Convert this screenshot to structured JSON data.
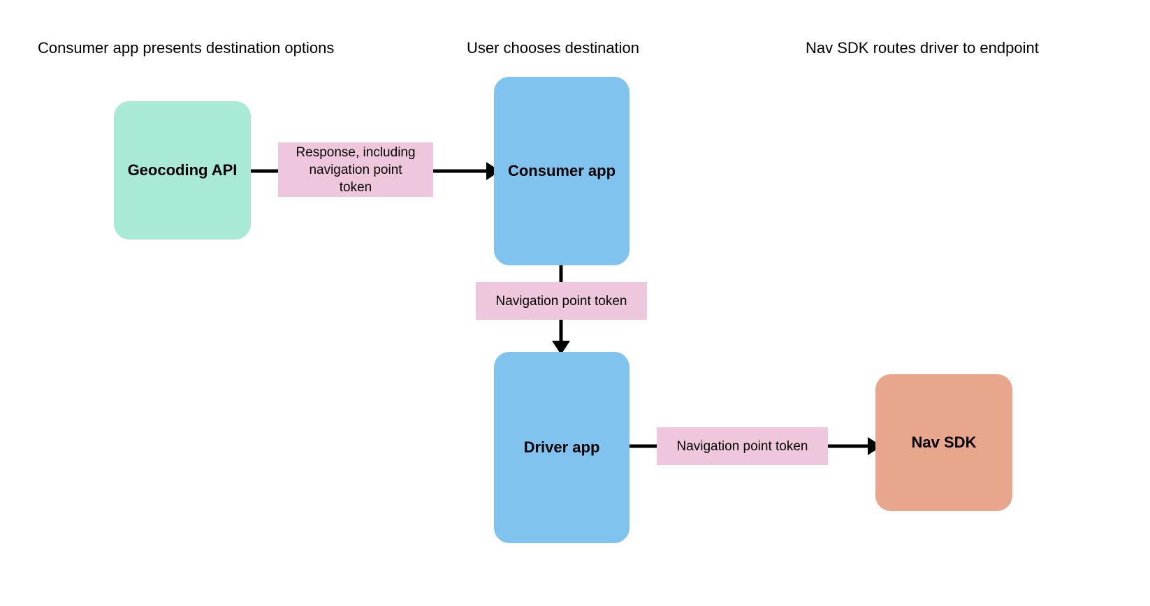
{
  "diagram": {
    "title_headers": [
      {
        "id": "consumer-stage",
        "label": "Consumer app presents destination options"
      },
      {
        "id": "user-stage",
        "label": "User chooses destination"
      },
      {
        "id": "navsdk-stage",
        "label": "Nav SDK routes driver to endpoint"
      }
    ],
    "nodes": [
      {
        "id": "geocoding-api",
        "label": "Geocoding API",
        "color": "#a9ead7",
        "shape": "rounded-rect"
      },
      {
        "id": "consumer-app",
        "label": "Consumer app",
        "color": "#81c3ef",
        "shape": "rounded-rect"
      },
      {
        "id": "driver-app",
        "label": "Driver app",
        "color": "#81c3ef",
        "shape": "rounded-rect"
      },
      {
        "id": "nav-sdk",
        "label": "Nav SDK",
        "color": "#e8a78c",
        "shape": "rounded-rect"
      }
    ],
    "edges": [
      {
        "id": "geocoding-to-consumer",
        "from": "geocoding-api",
        "to": "consumer-app",
        "direction": "right",
        "label_lines": [
          "Response, including",
          "navigation point",
          "token"
        ],
        "label_color": "#efc7dc"
      },
      {
        "id": "consumer-to-driver",
        "from": "consumer-app",
        "to": "driver-app",
        "direction": "down",
        "label_lines": [
          "Navigation point token"
        ],
        "label_color": "#efc7dc"
      },
      {
        "id": "driver-to-navsdk",
        "from": "driver-app",
        "to": "nav-sdk",
        "direction": "right",
        "label_lines": [
          "Navigation point token"
        ],
        "label_color": "#efc7dc"
      }
    ],
    "colors": {
      "background": "#ffffff",
      "text": "#000000",
      "arrow": "#000000",
      "mint": "#a9ead7",
      "blue": "#81c3ef",
      "salmon": "#e8a78c",
      "pink": "#efc7dc"
    }
  }
}
